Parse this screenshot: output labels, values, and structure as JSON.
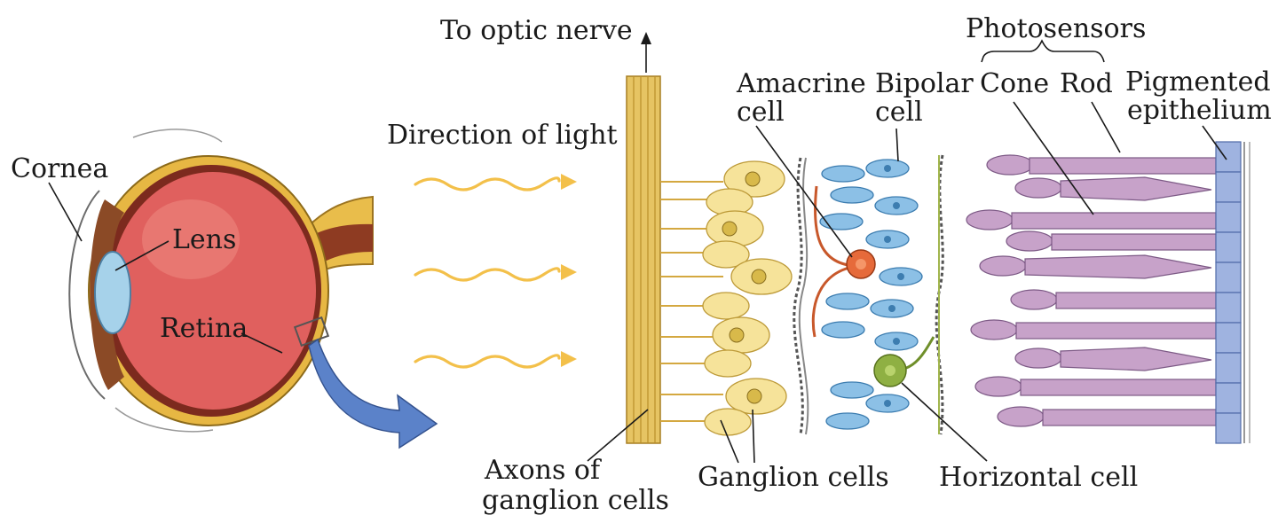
{
  "labels": {
    "cornea": "Cornea",
    "lens": "Lens",
    "retina": "Retina",
    "direction_of_light": "Direction of light",
    "to_optic_nerve": "To optic nerve",
    "axons_line1": "Axons of",
    "axons_line2": "ganglion cells",
    "ganglion_cells": "Ganglion cells",
    "amacrine_line1": "Amacrine",
    "amacrine_line2": "cell",
    "bipolar_line1": "Bipolar",
    "bipolar_line2": "cell",
    "photosensors": "Photosensors",
    "cone": "Cone",
    "rod": "Rod",
    "pigmented_line1": "Pigmented",
    "pigmented_line2": "epithelium",
    "horizontal_cell": "Horizontal cell"
  },
  "colors": {
    "eyeball": "#e0605e",
    "sclera": "#e7b743",
    "lens": "#a6d2ea",
    "light_wave": "#f3c04a",
    "axon_bundle": "#e6c463",
    "ganglion": "#f6e39a",
    "bipolar": "#8cc0e6",
    "amacrine": "#e66a3a",
    "horizontal": "#8fb043",
    "photoreceptor": "#c7a2c9",
    "pigmented_epithelium": "#9fb3e0",
    "pointer_arrow": "#5b82c9"
  }
}
